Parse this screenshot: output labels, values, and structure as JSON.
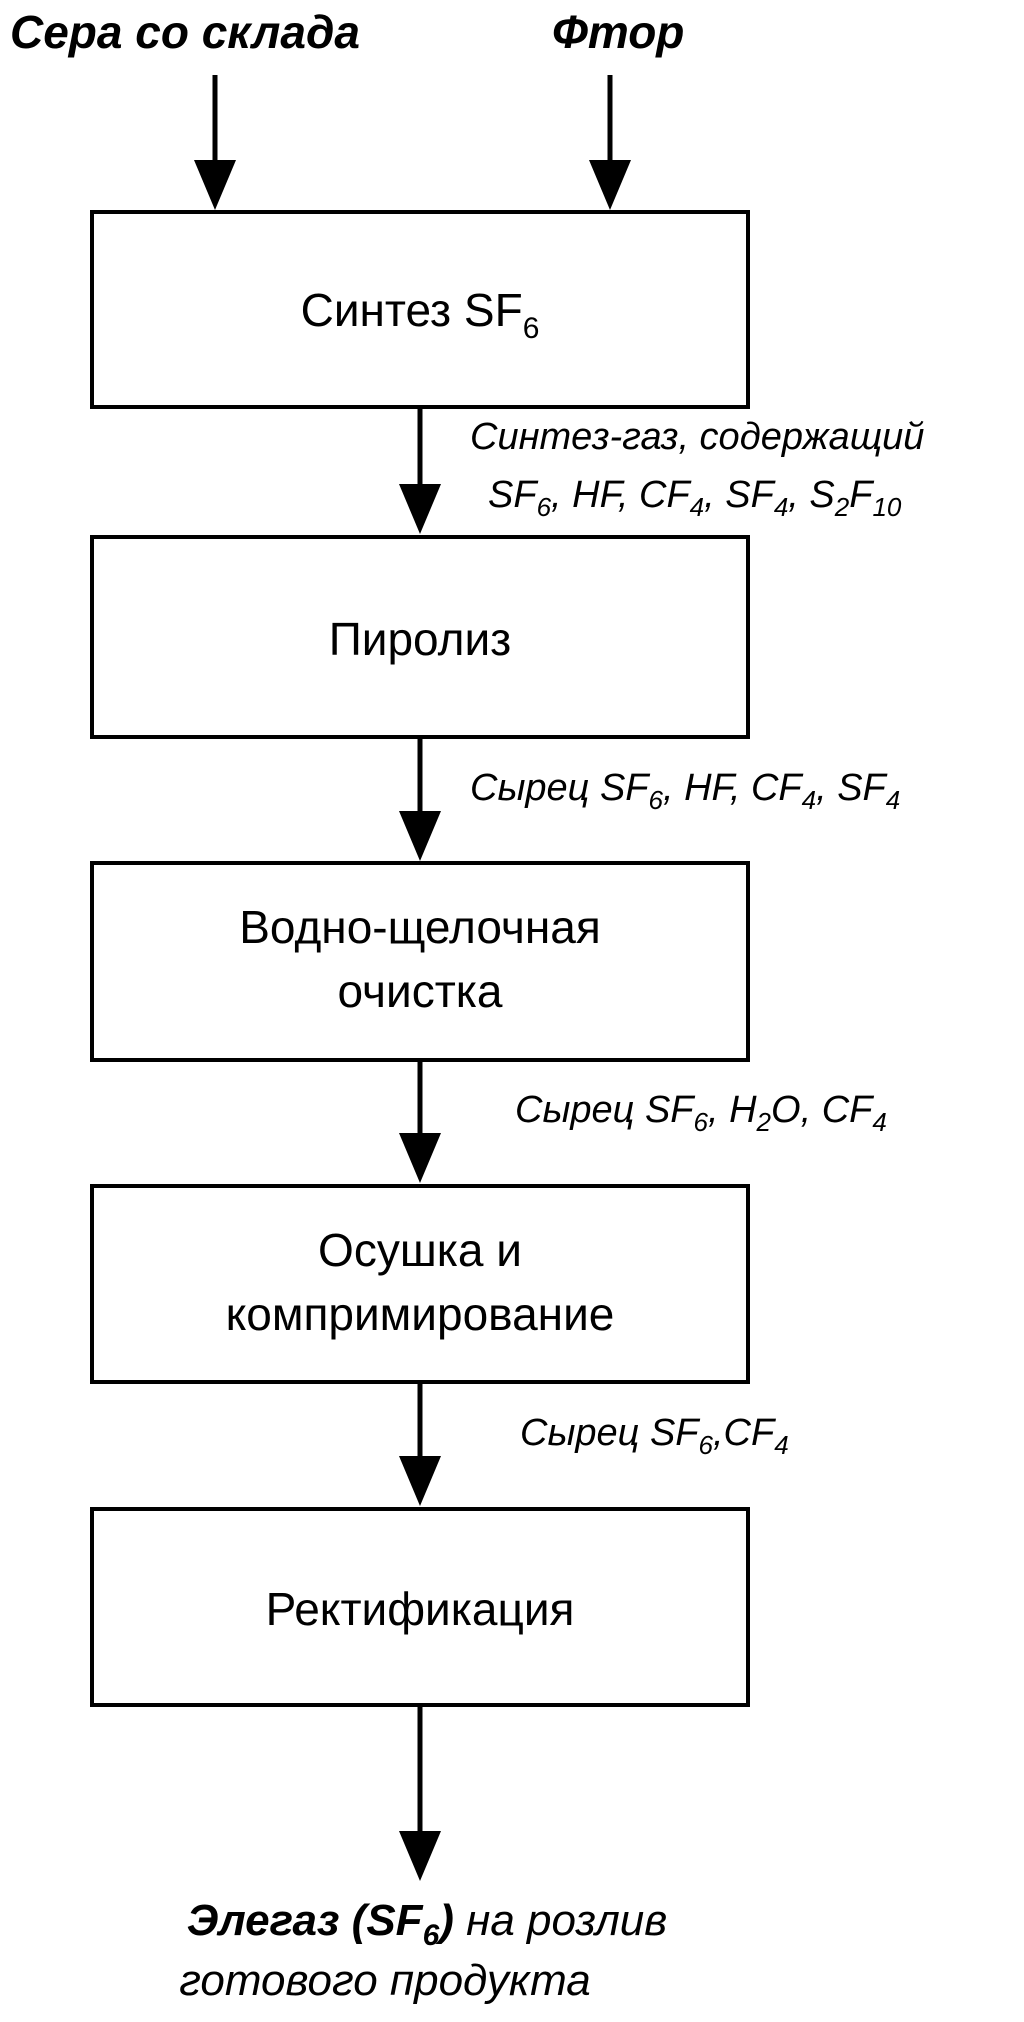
{
  "inputs": {
    "sulfur": "Сера со склада",
    "fluorine": "Фтор"
  },
  "steps": {
    "synthesis": {
      "label": "Синтез SF",
      "sub": "6"
    },
    "pyrolysis": {
      "label": "Пиролиз"
    },
    "alkali_cleaning": {
      "line1": "Водно-щелочная",
      "line2": "очистка"
    },
    "drying": {
      "line1": "Осушка и",
      "line2": "компримирование"
    },
    "rectification": {
      "label": "Ректификация"
    }
  },
  "streams": {
    "s1": {
      "line1": "Синтез-газ, содержащий",
      "line2": [
        {
          "t": "SF"
        },
        {
          "sub": "6"
        },
        {
          "t": ", HF, CF"
        },
        {
          "sub": "4"
        },
        {
          "t": ", SF"
        },
        {
          "sub": "4"
        },
        {
          "t": ",  S"
        },
        {
          "sub": "2"
        },
        {
          "t": "F"
        },
        {
          "sub": "10"
        }
      ]
    },
    "s2": [
      {
        "t": "Сырец SF"
      },
      {
        "sub": "6"
      },
      {
        "t": ", HF, CF"
      },
      {
        "sub": "4"
      },
      {
        "t": ", SF"
      },
      {
        "sub": "4"
      }
    ],
    "s3": [
      {
        "t": "Сырец SF"
      },
      {
        "sub": "6"
      },
      {
        "t": ", H"
      },
      {
        "sub": "2"
      },
      {
        "t": "O, CF"
      },
      {
        "sub": "4"
      }
    ],
    "s4": [
      {
        "t": "Сырец SF"
      },
      {
        "sub": "6"
      },
      {
        "t": ",CF"
      },
      {
        "sub": "4"
      }
    ]
  },
  "output": {
    "line1_bold": "Элегаз (SF",
    "line1_bold_sub": "6",
    "line1_bold_end": ")",
    "line1_rest": " на розлив",
    "line2": "готового продукта"
  }
}
